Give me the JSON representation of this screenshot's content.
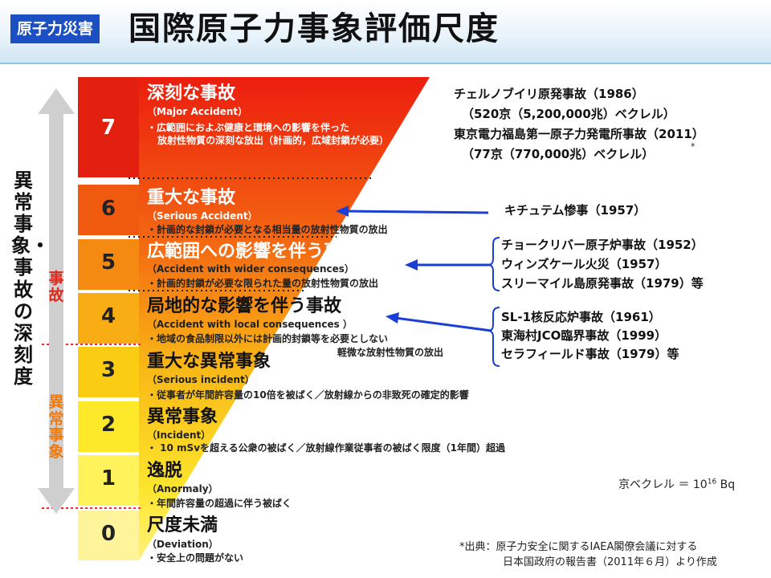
{
  "header": {
    "category": "原子力災害",
    "title": "国際原子力事象評価尺度"
  },
  "axis": {
    "main_label": "異常事象・事故の深刻度",
    "accident_label": "事故",
    "incident_label": "異常事象"
  },
  "levels": [
    {
      "level": "7",
      "title": "深刻な事故",
      "subtitle": "（Major Accident）",
      "desc": [
        "・広範囲におよぶ健康と環境への影響を伴った",
        "放射性物質の深刻な放出（計画的，広域封鎖が必要）"
      ]
    },
    {
      "level": "6",
      "title": "重大な事故",
      "subtitle": "（Serious Accident）",
      "desc": [
        "・計画的な封鎖が必要となる相当量の放射性物質の放出"
      ]
    },
    {
      "level": "5",
      "title": "広範囲への影響を伴う事故",
      "subtitle": "（Accident with wider consequences）",
      "desc": [
        "・計画的封鎖が必要な限られた量の放射性物質の放出"
      ]
    },
    {
      "level": "4",
      "title": "局地的な影響を伴う事故",
      "subtitle": "（Accident with local consequences ）",
      "desc": [
        "・地域の食品制限以外には計画的封鎖等を必要としない",
        "軽微な放射性物質の放出"
      ]
    },
    {
      "level": "3",
      "title": "重大な異常事象",
      "subtitle": "（Serious incident）",
      "desc": [
        "・従事者が年間許容量の10倍を被ばく／放射線からの非致死の確定的影響"
      ]
    },
    {
      "level": "2",
      "title": "異常事象",
      "subtitle": "（Incident）",
      "desc": [
        "・ 10 mSvを超える公衆の被ばく／放射線作業従事者の被ばく限度（1年間）超過"
      ]
    },
    {
      "level": "1",
      "title": "逸脱",
      "subtitle": "（Anormaly）",
      "desc": [
        "・年間許容量の超過に伴う被ばく"
      ]
    },
    {
      "level": "0",
      "title": "尺度未満",
      "subtitle": "（Deviation）",
      "desc": [
        "・安全上の問題がない"
      ]
    }
  ],
  "examples": {
    "level7": [
      "チェルノブイリ原発事故（1986）",
      "（520京（5,200,000兆）ベクレル）",
      "東京電力福島第一原子力発電所事故（2011）",
      "（77京（770,000兆）ベクレル）"
    ],
    "level6": [
      "キチュテム惨事（1957）"
    ],
    "level5": [
      "チョークリバー原子炉事故（1952）",
      "ウィンズケール火災（1957）",
      "スリーマイル島原発事故（1979）等"
    ],
    "level4": [
      "SL-1核反応炉事故（1961）",
      "東海村JCO臨界事故（1999）",
      "セラフィールド事故（1979）等"
    ]
  },
  "unit_note": {
    "prefix": "京ベクレル ＝ 10",
    "exponent": "16",
    "suffix": " Bq"
  },
  "asterisk": "*",
  "source": [
    "*出典：原子力安全に関するIAEA閣僚会議に対する",
    "日本国政府の報告書（2011年６月）より作成"
  ],
  "colors": {
    "level_7": "#e3200f",
    "level_6": "#ef5a0e",
    "level_5": "#f48a12",
    "level_4": "#f8ad14",
    "level_3": "#fbcc14",
    "level_2": "#fde82a",
    "level_1": "#fff25a",
    "level_0": "#fff49a",
    "badge": "#1b4fc2",
    "arrow": "#1a3fd6",
    "boundary": "#e63030",
    "axis_arrow": "#cfcfcf",
    "accident_text": "#e0281c",
    "incident_text": "#f07a12"
  }
}
